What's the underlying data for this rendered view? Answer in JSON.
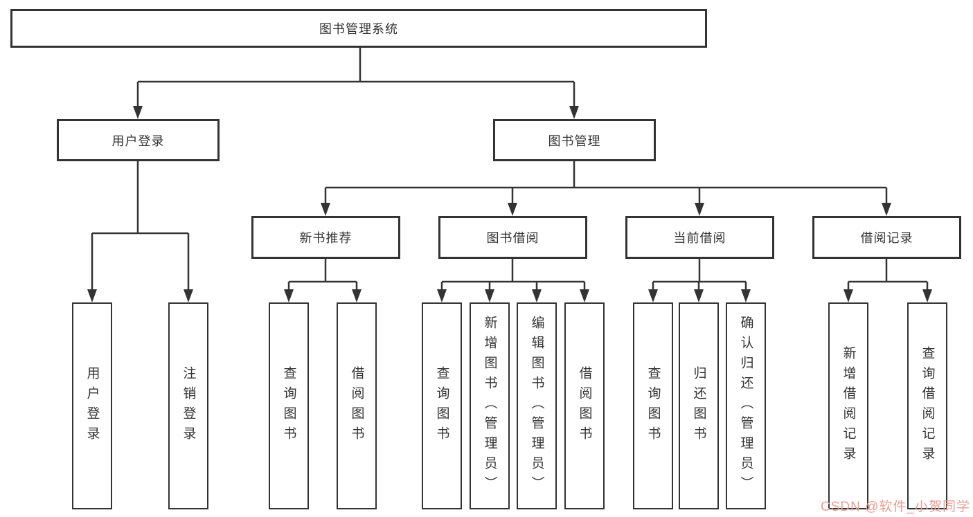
{
  "tree": {
    "root": {
      "label": "图书管理系统"
    },
    "branches": [
      {
        "label": "用户登录",
        "children": [
          {
            "label": "用户登录"
          },
          {
            "label": "注销登录"
          }
        ]
      },
      {
        "label": "图书管理",
        "children": [
          {
            "label": "新书推荐",
            "children": [
              {
                "label": "查询图书"
              },
              {
                "label": "借阅图书"
              }
            ]
          },
          {
            "label": "图书借阅",
            "children": [
              {
                "label": "查询图书"
              },
              {
                "label": "新增图书（管理员）"
              },
              {
                "label": "编辑图书（管理员）"
              },
              {
                "label": "借阅图书"
              }
            ]
          },
          {
            "label": "当前借阅",
            "children": [
              {
                "label": "查询图书"
              },
              {
                "label": "归还图书"
              },
              {
                "label": "确认归还（管理员）"
              }
            ]
          },
          {
            "label": "借阅记录",
            "children": [
              {
                "label": "新增借阅记录"
              },
              {
                "label": "查询借阅记录"
              }
            ]
          }
        ]
      }
    ]
  },
  "watermark": {
    "text": "CSDN @软件_小贺同学",
    "color": "#eb9d93"
  },
  "colors": {
    "line": "#333333",
    "box_border": "#333333",
    "text": "#333333",
    "background": "#ffffff"
  }
}
